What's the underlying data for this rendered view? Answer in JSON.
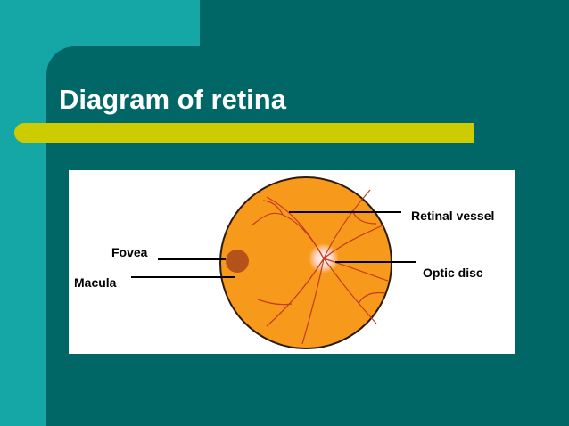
{
  "slide": {
    "title": "Diagram of retina"
  },
  "diagram": {
    "labels": {
      "retinal_vessel": "Retinal vessel",
      "optic_disc": "Optic disc",
      "fovea": "Fovea",
      "macula": "Macula"
    }
  },
  "colors": {
    "background": "#006666",
    "accent_strip": "#15a6a6",
    "title_bar": "#cccc00",
    "retina_fill": "#f79a1b",
    "vessel": "#c63a1a"
  }
}
